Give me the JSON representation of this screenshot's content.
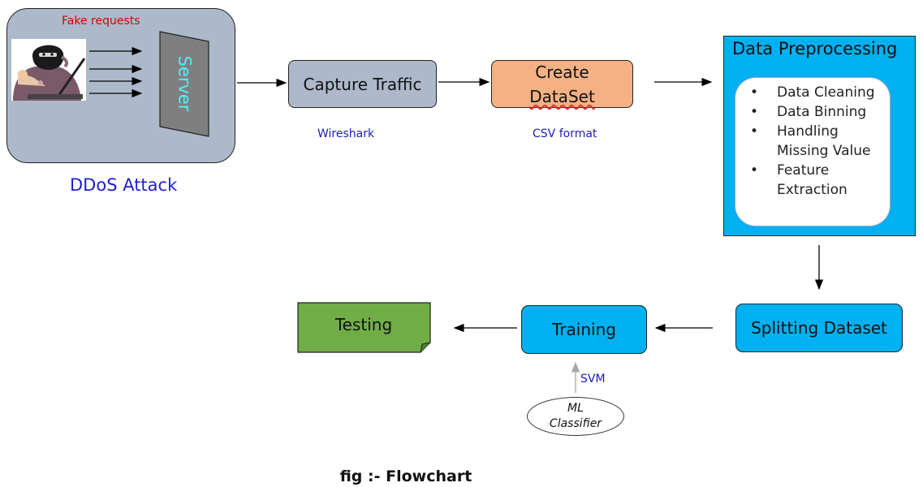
{
  "attack": {
    "fake_requests": "Fake requests",
    "server": "Server",
    "caption": "DDoS Attack"
  },
  "steps": {
    "capture": "Capture Traffic",
    "create_line1": "Create",
    "create_line2": "DataSet",
    "preprocessing_title": "Data Preprocessing",
    "preprocessing_items": [
      "Data Cleaning",
      "Data Binning",
      "Handling Missing Value",
      "Feature Extraction"
    ],
    "splitting": "Splitting Dataset",
    "training": "Training",
    "testing": "Testing"
  },
  "notes": {
    "wireshark": "Wireshark",
    "csv": "CSV format",
    "svm": "SVM",
    "ml_line1": "ML",
    "ml_line2": "Classifier"
  },
  "figure_caption": "fig :- Flowchart",
  "colors": {
    "attack_panel": "#acb9ca",
    "capture": "#adb9ca",
    "create": "#f4b183",
    "cyan": "#00b0f0",
    "testing": "#70ad47",
    "note_text": "#1c1cc0",
    "fake_requests": "#e00000"
  }
}
